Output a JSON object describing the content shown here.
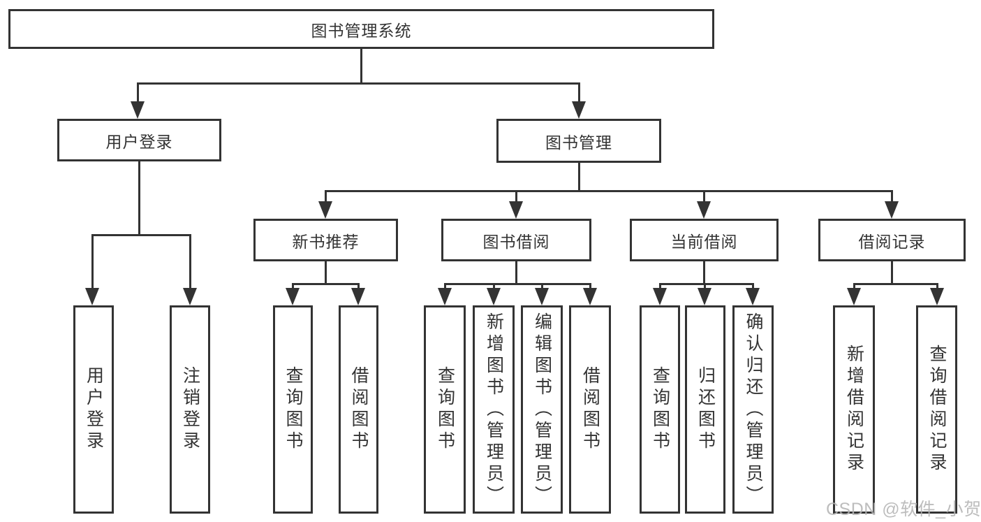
{
  "diagram": {
    "type": "hierarchy-chart",
    "root": {
      "label": "图书管理系统"
    },
    "branches": [
      {
        "label": "用户登录",
        "children": [
          {
            "label": "用户登录"
          },
          {
            "label": "注销登录"
          }
        ]
      },
      {
        "label": "图书管理",
        "children": [
          {
            "label": "新书推荐",
            "children": [
              {
                "label": "查询图书"
              },
              {
                "label": "借阅图书"
              }
            ]
          },
          {
            "label": "图书借阅",
            "children": [
              {
                "label": "查询图书"
              },
              {
                "label": "新增图书（管理员）"
              },
              {
                "label": "编辑图书（管理员）"
              },
              {
                "label": "借阅图书"
              }
            ]
          },
          {
            "label": "当前借阅",
            "children": [
              {
                "label": "查询图书"
              },
              {
                "label": "归还图书"
              },
              {
                "label": "确认归还（管理员）"
              }
            ]
          },
          {
            "label": "借阅记录",
            "children": [
              {
                "label": "新增借阅记录"
              },
              {
                "label": "查询借阅记录"
              }
            ]
          }
        ]
      }
    ]
  },
  "watermark": {
    "text": "CSDN @软件_小贺同学",
    "color": "#b5b5b5"
  },
  "colors": {
    "line": "#333333",
    "box_border": "#333333",
    "text": "#333333",
    "background": "#ffffff"
  }
}
